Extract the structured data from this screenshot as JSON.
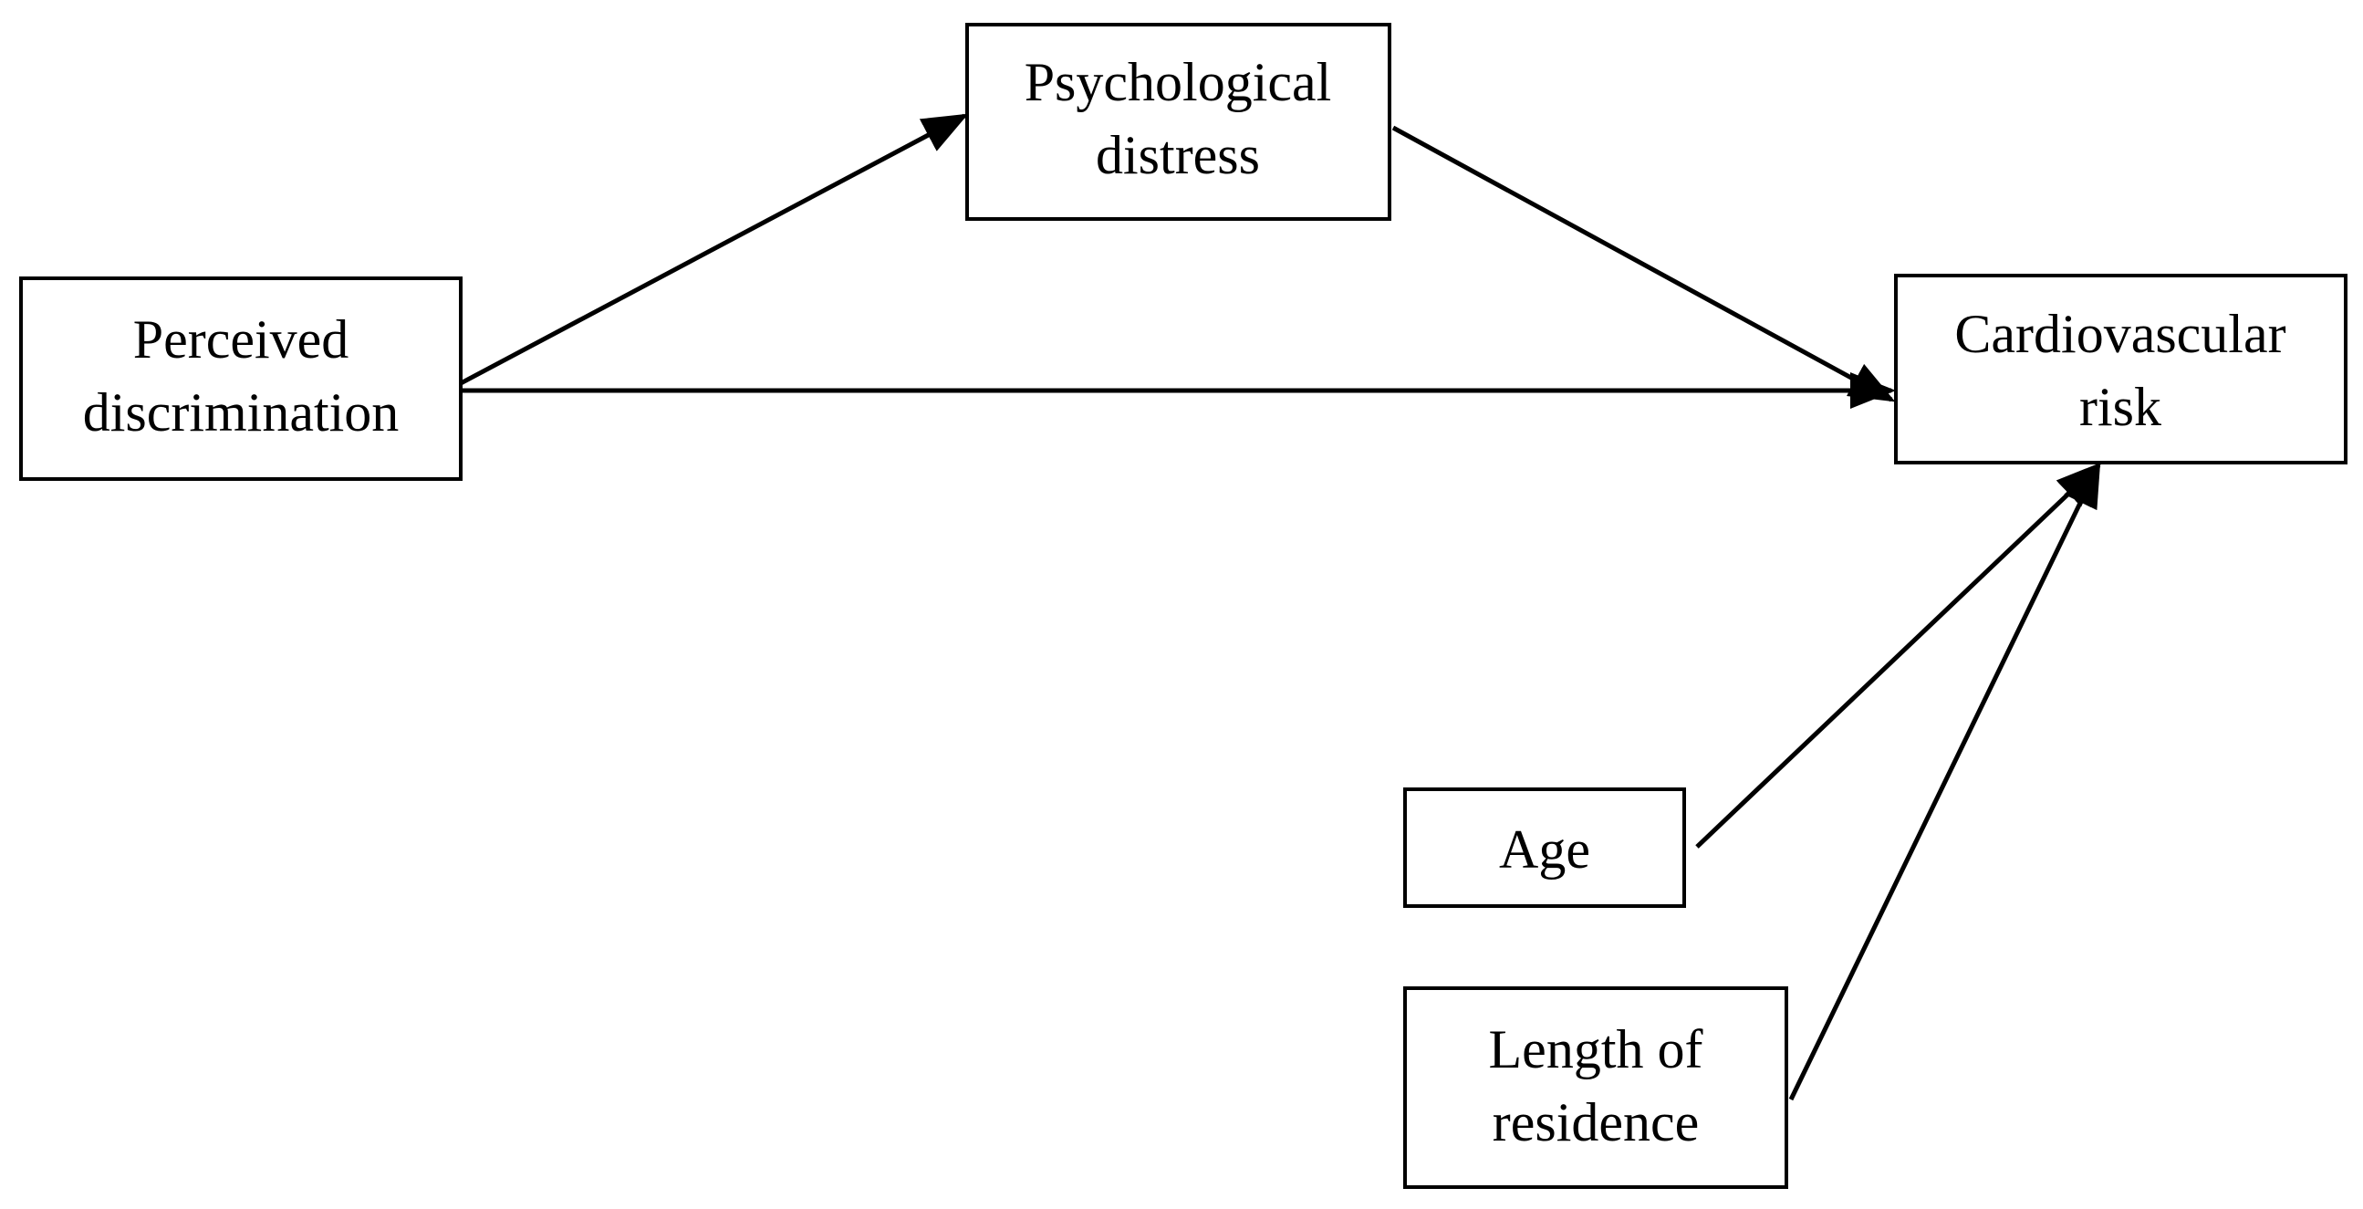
{
  "nodes": {
    "perceived_discrimination": {
      "line1": "Perceived",
      "line2": "discrimination"
    },
    "psychological_distress": {
      "line1": "Psychological",
      "line2": "distress"
    },
    "cardiovascular_risk": {
      "line1": "Cardiovascular",
      "line2": "risk"
    },
    "age": {
      "line1": "Age"
    },
    "length_of_residence": {
      "line1": "Length of",
      "line2": "residence"
    }
  },
  "edges": [
    {
      "from": "Perceived discrimination",
      "to": "Psychological distress"
    },
    {
      "from": "Psychological distress",
      "to": "Cardiovascular risk"
    },
    {
      "from": "Perceived discrimination",
      "to": "Cardiovascular risk"
    },
    {
      "from": "Age",
      "to": "Cardiovascular risk"
    },
    {
      "from": "Length of residence",
      "to": "Cardiovascular risk"
    }
  ],
  "colors": {
    "stroke": "#000000",
    "background": "#ffffff"
  }
}
